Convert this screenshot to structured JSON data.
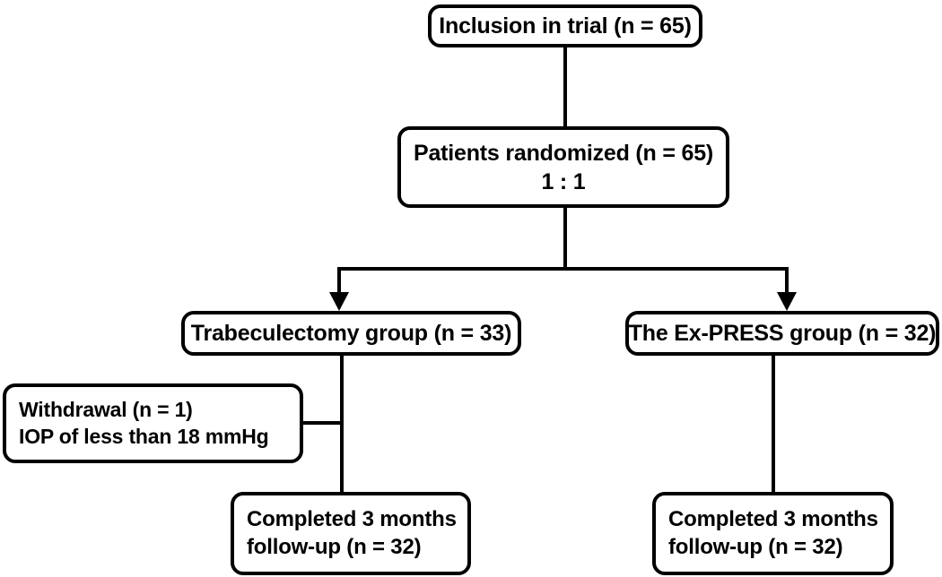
{
  "figure": {
    "type": "flowchart",
    "subject": "CONSORT-style participant flow diagram",
    "stroke_color": "#000000",
    "background_color": "#ffffff"
  },
  "nodes": {
    "inclusion": {
      "lines": [
        "Inclusion in trial (n = 65)"
      ],
      "n": 65
    },
    "randomized": {
      "lines": [
        "Patients randomized  (n = 65)",
        "1 : 1"
      ],
      "n": 65,
      "ratio": "1 : 1"
    },
    "trabeculectomy_group": {
      "lines": [
        "Trabeculectomy group (n = 33)"
      ],
      "n": 33
    },
    "express_group": {
      "lines": [
        "The Ex-PRESS group (n = 32)"
      ],
      "n": 32
    },
    "withdrawal": {
      "lines": [
        "Withdrawal (n = 1)",
        "IOP of less than 18 mmHg"
      ],
      "n": 1,
      "reason": "IOP of less than 18 mmHg"
    },
    "trabeculectomy_completed": {
      "lines": [
        "Completed 3 months",
        "follow-up (n = 32)"
      ],
      "n": 32
    },
    "express_completed": {
      "lines": [
        "Completed 3 months",
        "follow-up (n = 32)"
      ],
      "n": 32
    }
  },
  "connectors": {
    "inclusion_to_randomized": "vertical-line",
    "randomized_to_split": "vertical-line",
    "split_bar": "horizontal-branch-bar",
    "split_to_trabeculectomy": "arrow-down",
    "split_to_express": "arrow-down",
    "trabeculectomy_to_completed": "vertical-line",
    "express_to_completed": "vertical-line",
    "withdrawal_to_trabeculectomy_stem": "horizontal-line"
  }
}
